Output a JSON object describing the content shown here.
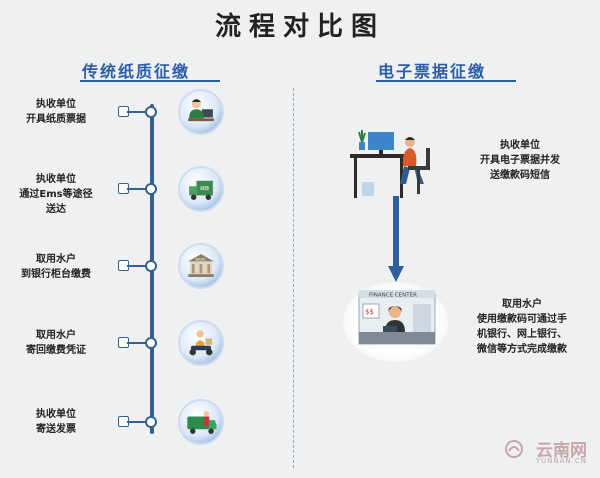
{
  "title": "流程对比图",
  "left_header": "传统纸质征缴",
  "right_header": "电子票据征缴",
  "traditional_steps": [
    {
      "line1": "执收单位",
      "line2": "开具纸质票据",
      "icon": "office-worker-icon"
    },
    {
      "line1": "执收单位",
      "line2": "通过Ems等途径",
      "line3": "送达",
      "icon": "delivery-truck-icon"
    },
    {
      "line1": "取用水户",
      "line2": "到银行柜台缴费",
      "icon": "bank-icon"
    },
    {
      "line1": "取用水户",
      "line2": "寄回缴费凭证",
      "icon": "courier-scooter-icon"
    },
    {
      "line1": "执收单位",
      "line2": "寄送发票",
      "icon": "delivery-van-icon"
    }
  ],
  "electronic_steps": [
    {
      "line1": "执收单位",
      "line2": "开具电子票据并发",
      "line3": "送缴款码短信",
      "icon": "computer-worker-icon"
    },
    {
      "line1": "取用水户",
      "line2": "使用缴款码可通过手",
      "line3": "机银行、网上银行、",
      "line4": "微信等方式完成缴款",
      "icon": "finance-center-icon"
    }
  ],
  "finance_sign": "FINANCE CENTER",
  "bank_sign": "BANK",
  "mail_sign": "邮政",
  "logo": {
    "main": "云南网",
    "sub": "YUNNAN.CN"
  },
  "colors": {
    "primary": "#34618f",
    "header": "#2c5ea8",
    "arrow": "#2f5f9a"
  }
}
